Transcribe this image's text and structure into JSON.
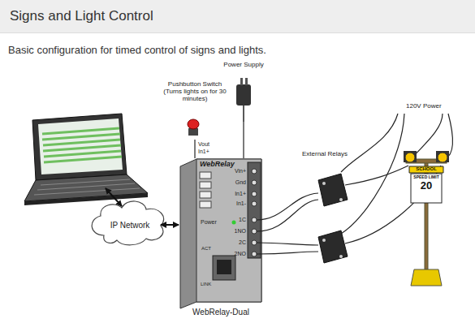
{
  "diagram": {
    "title": "Signs and Light Control",
    "nodes": [
      {
        "text": [
          "Pushbutton Switch (Turns lights on for 30 minutes)"
        ]
      },
      {
        "text": [
          "Power Supply"
        ]
      },
      {
        "text": [
          "IP Network"
        ]
      },
      {
        "text": [
          "WebRelay",
          "WebRelay-Dual"
        ]
      },
      {
        "text": [
          "SCHOOL",
          "SPEED LIMIT",
          "20"
        ]
      }
    ],
    "edges": [
      {
        "from": 2,
        "to": 3,
        "arrow": "both"
      },
      {
        "from": 0,
        "to": 3,
        "arrow": "none"
      },
      {
        "from": 1,
        "to": 3,
        "arrow": "none"
      }
    ],
    "labels": [
      "Basic configuration for timed control of signs and lights.",
      "Vout",
      "In1+",
      "External Relays",
      "120V Power",
      "Vin+",
      "Gnd",
      "In1+",
      "In1-",
      "1C",
      "1NO",
      "2C",
      "2NO",
      "Power",
      "ACT",
      "LINK"
    ]
  }
}
